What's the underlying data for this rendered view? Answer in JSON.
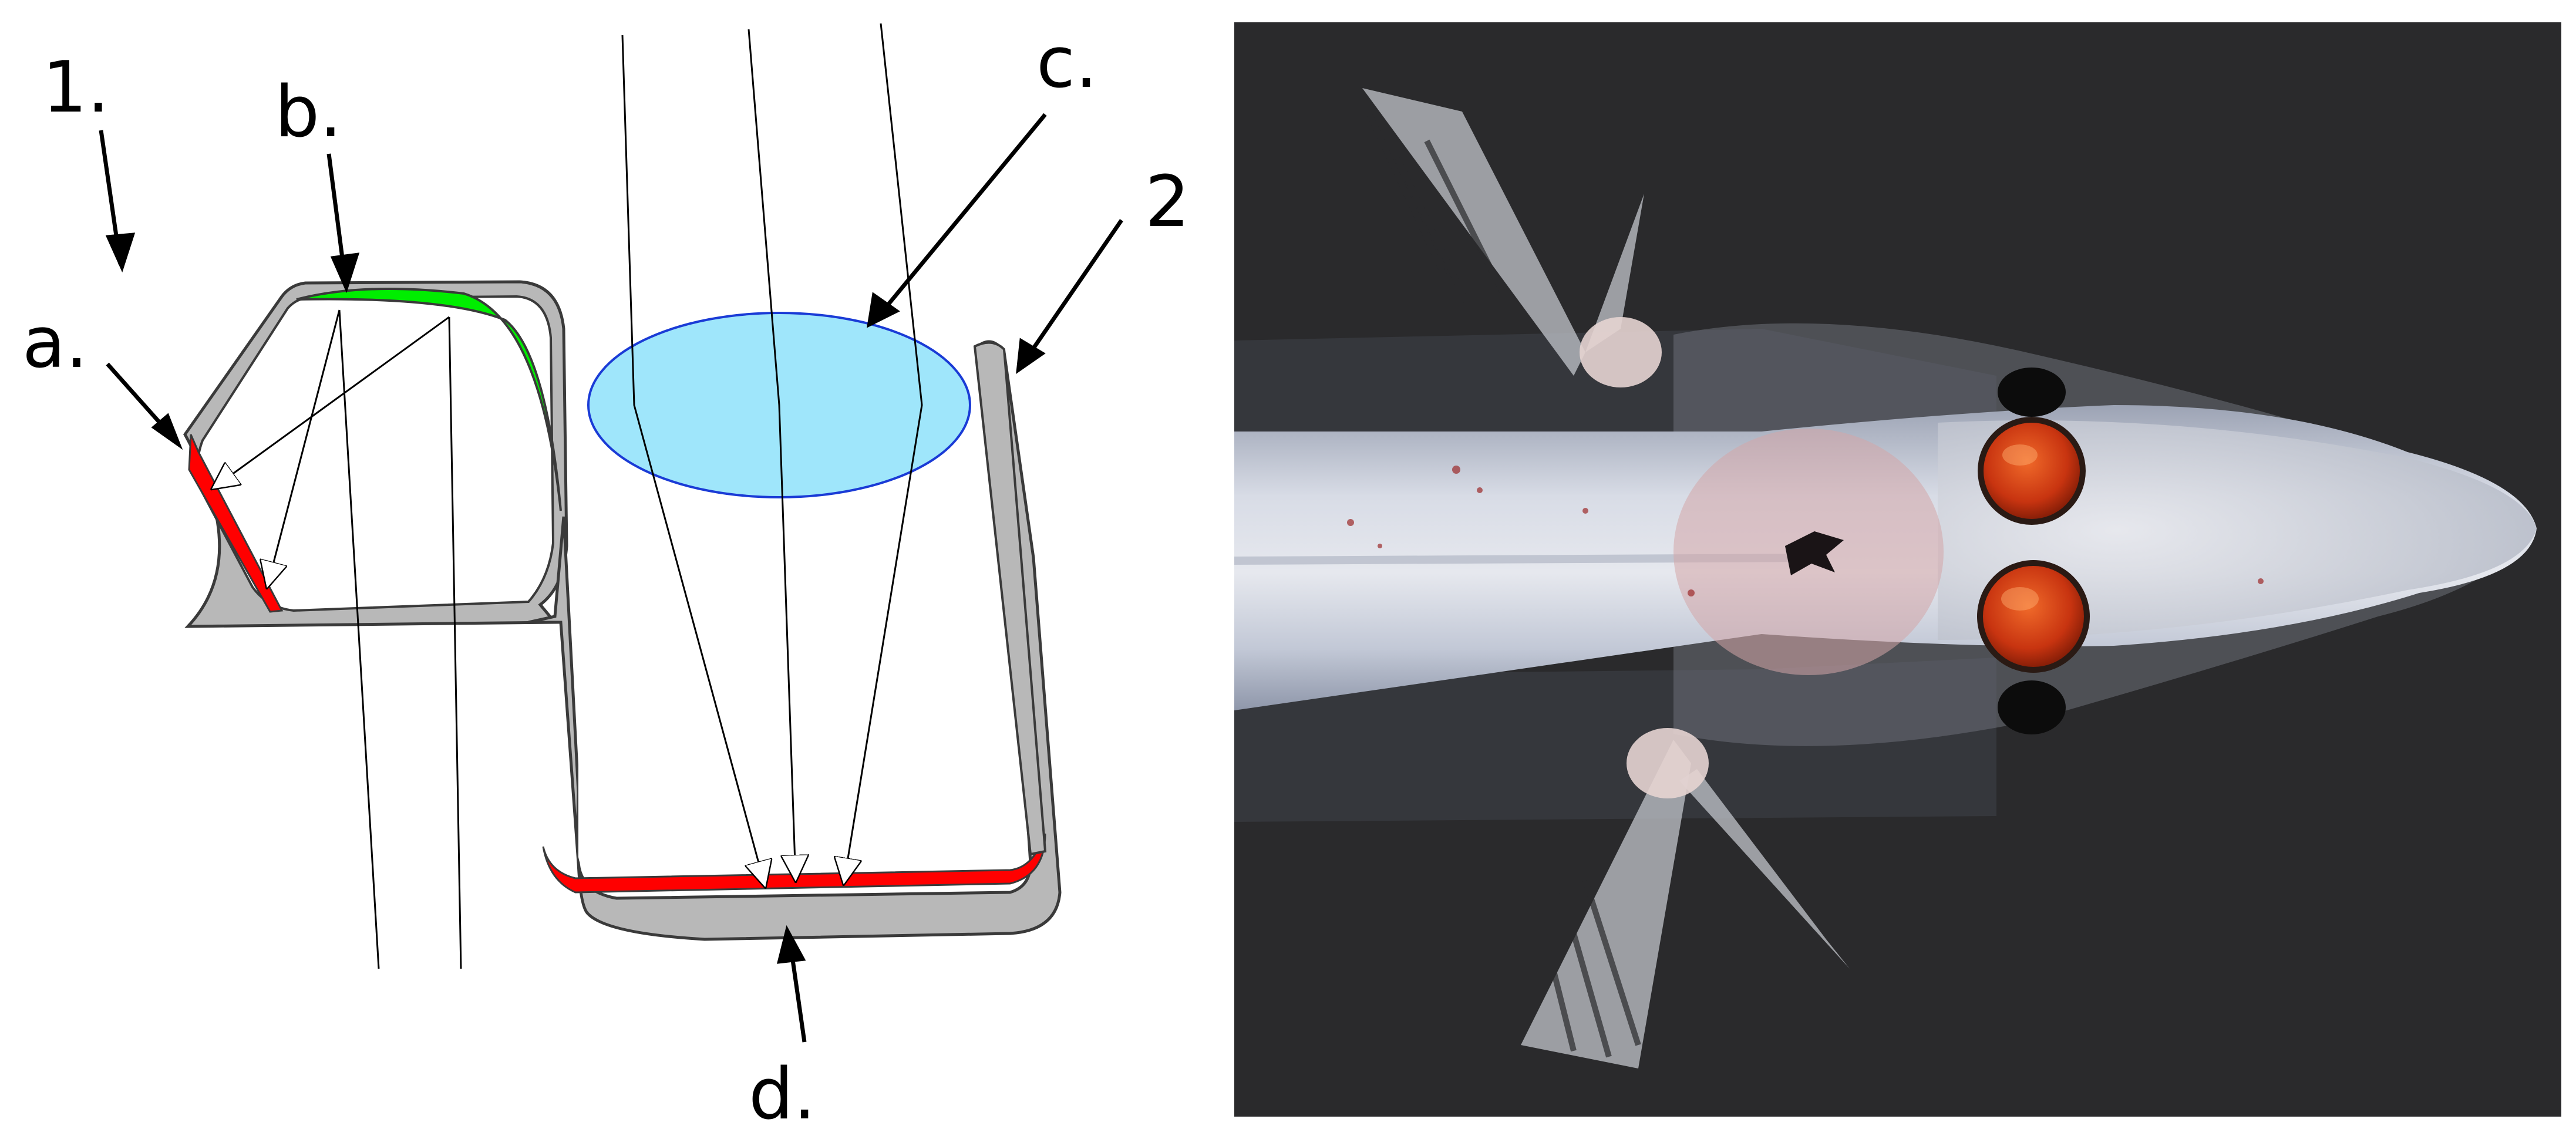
{
  "diagram": {
    "labels": {
      "panel_1": "1.",
      "panel_2": "2",
      "a": "a.",
      "b": "b.",
      "c": "c.",
      "d": "d."
    },
    "colors": {
      "wall": "#b8b8b8",
      "outline": "#3a3a3a",
      "retina": "#ff0000",
      "tapetum": "#00ee00",
      "lens_fill": "#9fe6fb",
      "lens_stroke": "#1a3bd6",
      "ray": "#000000",
      "photo_background": "#2a2a2c"
    }
  },
  "photo": {
    "subject": "fish-head-dorsal-view",
    "colors": {
      "body": "#c4cad6",
      "eye": "#d13a10",
      "pigment": "#0c0c0c",
      "fin": "#b9bcc2"
    }
  }
}
